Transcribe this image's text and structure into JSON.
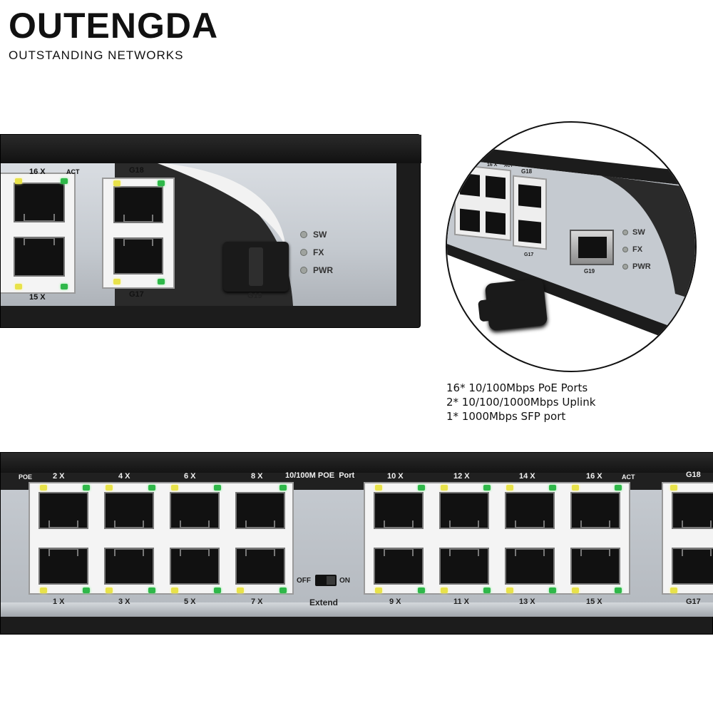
{
  "brand": {
    "name": "OUTENGDA",
    "tagline": "OUTSTANDING NETWORKS"
  },
  "top_unit": {
    "labels": {
      "port_16x": "16 X",
      "act": "ACT",
      "port_15x": "15 X",
      "g18": "G18",
      "g17": "G17",
      "g19": "G19"
    },
    "status_leds": [
      "SW",
      "FX",
      "PWR"
    ]
  },
  "zoom": {
    "labels": {
      "port_16x": "16 X",
      "act": "ACT",
      "g18": "G18",
      "g17": "G17",
      "g19": "G19"
    },
    "status_leds": [
      "SW",
      "FX",
      "PWR"
    ]
  },
  "specs": [
    "16* 10/100Mbps PoE Ports",
    "2* 10/100/1000Mbps Uplink",
    "1* 1000Mbps SFP port"
  ],
  "front_panel": {
    "poe_label": "POE",
    "top_labels": [
      "2 X",
      "4 X",
      "6 X",
      "8 X",
      "10 X",
      "12 X",
      "14 X",
      "16 X"
    ],
    "bottom_labels": [
      "1 X",
      "3 X",
      "5 X",
      "7 X",
      "9 X",
      "11 X",
      "13 X",
      "15 X"
    ],
    "section_label": "10/100M POE  Port",
    "act": "ACT",
    "g18": "G18",
    "g17": "G17",
    "switch_off": "OFF",
    "switch_on": "ON",
    "extend": "Extend"
  },
  "colors": {
    "chassis": "#1c1c1c",
    "panel": "#c4c9cf",
    "led_yellow": "#e8e24a",
    "led_green": "#2fb84a"
  }
}
